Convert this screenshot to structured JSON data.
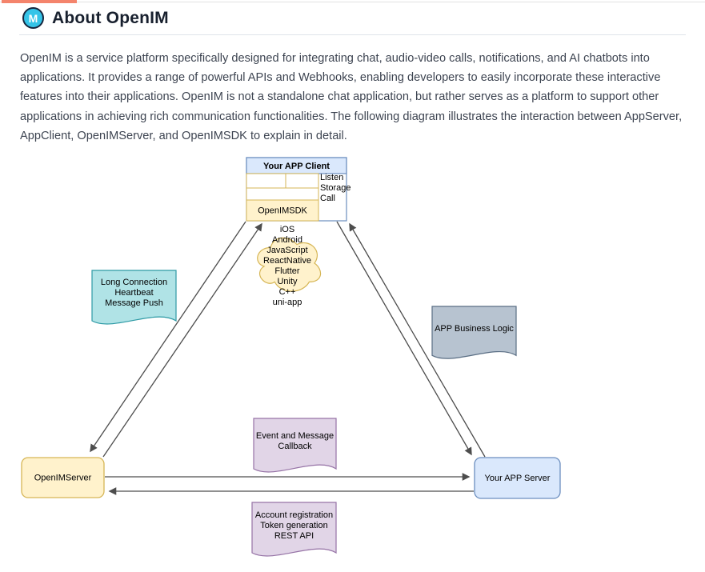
{
  "header": {
    "logo_letter": "M",
    "title": "About OpenIM"
  },
  "intro": "OpenIM is a service platform specifically designed for integrating chat, audio-video calls, notifications, and AI chatbots into applications. It provides a range of powerful APIs and Webhooks, enabling developers to easily incorporate these interactive features into their applications. OpenIM is not a standalone chat application, but rather serves as a platform to support other applications in achieving rich communication functionalities. The following diagram illustrates the interaction between AppServer, AppClient, OpenIMServer, and OpenIMSDK to explain in detail.",
  "colors": {
    "accent_bar": "#F4846C",
    "logo_fill": "#35C4E8",
    "yellow_fill": "#FFF2CC",
    "yellow_stroke": "#D6B656",
    "blue_fill": "#DAE8FC",
    "blue_stroke": "#6C8EBF",
    "purple_fill": "#E1D5E7",
    "purple_stroke": "#9673A6",
    "teal_fill": "#B0E3E6",
    "teal_stroke": "#2E9AA5",
    "gray_fill": "#B7C3D0",
    "gray_stroke": "#5A6E84",
    "arrow": "#4D4D4D"
  },
  "diagram": {
    "client": {
      "title": "Your APP Client",
      "sdk": "OpenIMSDK",
      "side_labels": [
        "Listen",
        "Storage",
        "Call"
      ]
    },
    "cloud_lines": [
      "iOS",
      "Android",
      "JavaScript",
      "ReactNative",
      "Flutter",
      "Unity",
      "C++",
      "uni-app"
    ],
    "long_connection": [
      "Long Connection",
      "Heartbeat",
      "Message Push"
    ],
    "business_logic": [
      "APP Business Logic"
    ],
    "event_callback": [
      "Event and Message",
      "Callback"
    ],
    "account_rest": [
      "Account registration",
      "Token generation",
      "REST API"
    ],
    "openim_server": "OpenIMServer",
    "app_server": "Your APP Server"
  }
}
